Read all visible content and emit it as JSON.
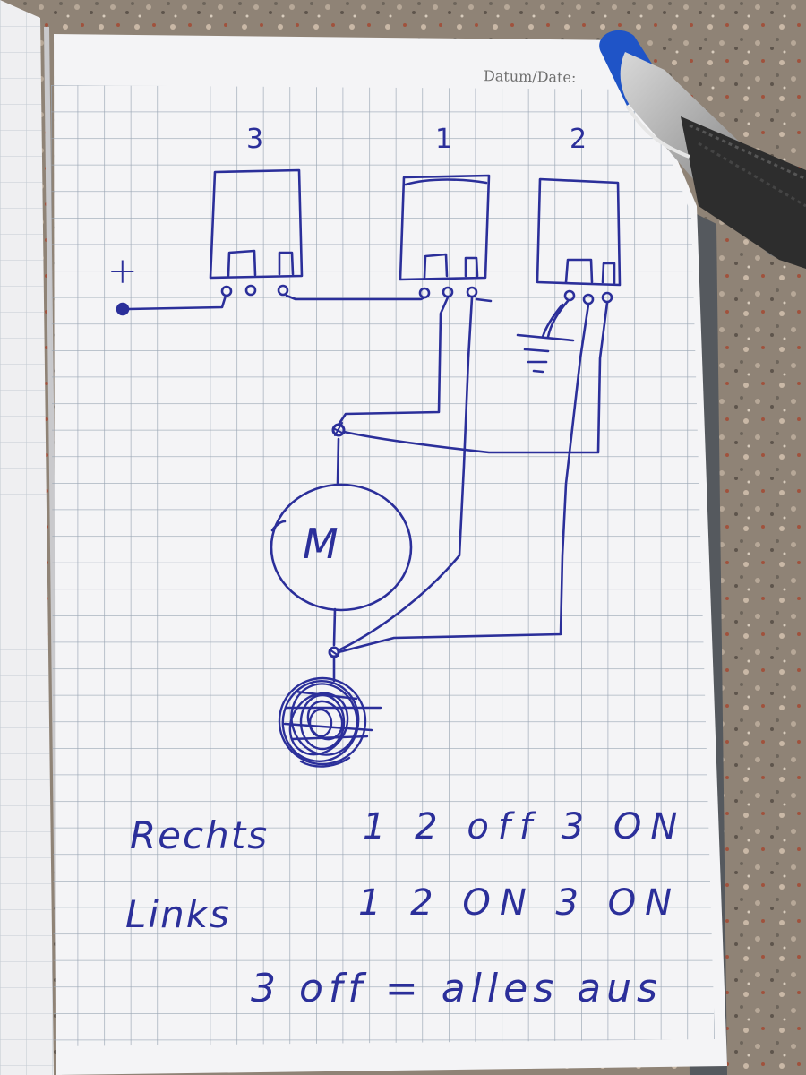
{
  "page": {
    "date_label": "Datum/Date:"
  },
  "diagram": {
    "relays": [
      {
        "id": "relay-3",
        "label": "3"
      },
      {
        "id": "relay-1",
        "label": "1"
      },
      {
        "id": "relay-2",
        "label": "2"
      }
    ],
    "supply_label": "+",
    "motor_label": "M"
  },
  "notes": {
    "rows": [
      {
        "direction": "Rechts",
        "setting": "1 2 off 3 ON"
      },
      {
        "direction": "Links",
        "setting": "1 2 ON 3 ON"
      }
    ],
    "footer": "3 off = alles aus"
  },
  "colors": {
    "ink": "#2b2f9a",
    "paper": "#f4f4f6",
    "grid": "#9aa6b4",
    "countertop": "#8e8275"
  }
}
